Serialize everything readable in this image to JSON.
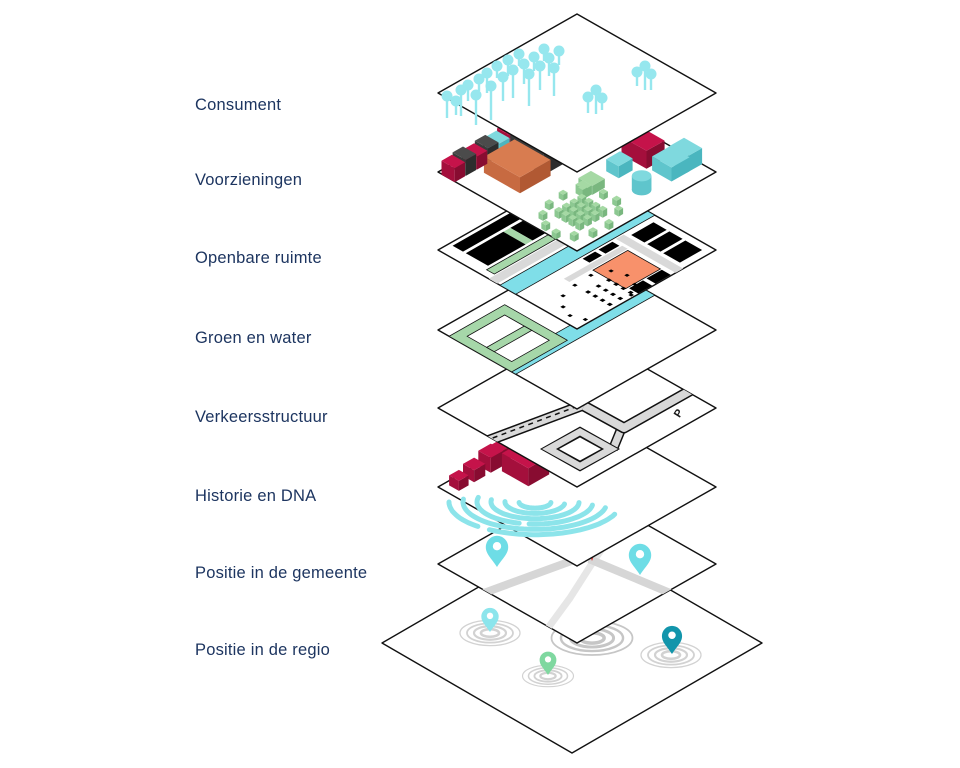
{
  "diagram": {
    "layers": [
      {
        "id": "consument",
        "label": "Consument"
      },
      {
        "id": "voorzieningen",
        "label": "Voorzieningen"
      },
      {
        "id": "openbare-ruimte",
        "label": "Openbare ruimte"
      },
      {
        "id": "groen-en-water",
        "label": "Groen en water"
      },
      {
        "id": "verkeersstructuur",
        "label": "Verkeersstructuur"
      },
      {
        "id": "historie-en-dna",
        "label": "Historie en DNA"
      },
      {
        "id": "positie-in-de-gemeente",
        "label": "Positie in de gemeente"
      },
      {
        "id": "positie-in-de-regio",
        "label": "Positie in de regio"
      }
    ],
    "annotations": {
      "parking_letter": "P"
    }
  },
  "colors": {
    "label_text": "#1d3560",
    "plate_fill": "#ffffff",
    "plate_edge": "#111111",
    "people_cyan": "#96e7ee",
    "water": "#7fdee8",
    "fingerprint": "#8ce4ea",
    "teal_building": [
      "#7fd9de",
      "#5fc5cc",
      "#4ab6bf"
    ],
    "petrol_building": [
      "#11808f",
      "#0d6b79",
      "#0a5b68"
    ],
    "crimson_building": [
      "#c5134a",
      "#a40f3c",
      "#880c31"
    ],
    "dark_building": [
      "#4b4b4b",
      "#3a3a3a",
      "#2d2d2d"
    ],
    "orange_building": [
      "#d87c50",
      "#c76a41",
      "#b15933"
    ],
    "green_building": [
      "#a5d9a4",
      "#8cc891",
      "#79b77f"
    ],
    "green_area": "#a6d7a9",
    "plaza_orange": "#f8916b",
    "road_gray": "#d9d9d9",
    "road_mid": "#d6d6d6",
    "road_light": "#e6e6e6",
    "black_area": "#000000",
    "ripple_gray": "#d2d2d2",
    "ripple_dark": "#c6c6c6",
    "pin_light": "#6edde6",
    "pin_pale": "#8ce5ec",
    "pin_green": "#7fd8a0",
    "pin_dark": "#1295ab",
    "marker_red": "#e02424"
  }
}
